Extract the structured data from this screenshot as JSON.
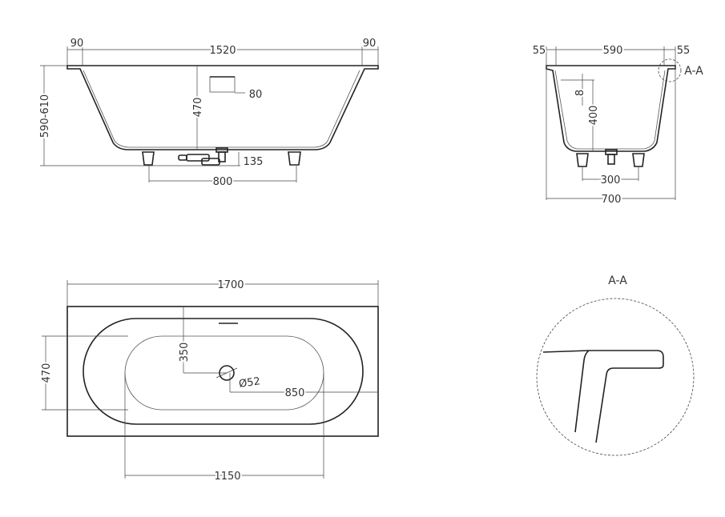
{
  "front_view": {
    "rim_left": "90",
    "length_inner": "1520",
    "rim_right": "90",
    "height": "590-610",
    "depth": "470",
    "overflow": "80",
    "drain": "135",
    "feet_spacing": "800"
  },
  "side_view": {
    "rim_left": "55",
    "width_inner": "590",
    "rim_right": "55",
    "section_marker": "A-A",
    "offset": "8",
    "depth": "400",
    "feet_spacing": "300",
    "width_total": "700"
  },
  "top_view": {
    "length_total": "1700",
    "drain_offset_y": "350",
    "drain_diameter": "Ø52",
    "drain_offset_x": "850",
    "width_inner": "470",
    "length_inner": "1150"
  },
  "detail": {
    "title": "A-A"
  }
}
